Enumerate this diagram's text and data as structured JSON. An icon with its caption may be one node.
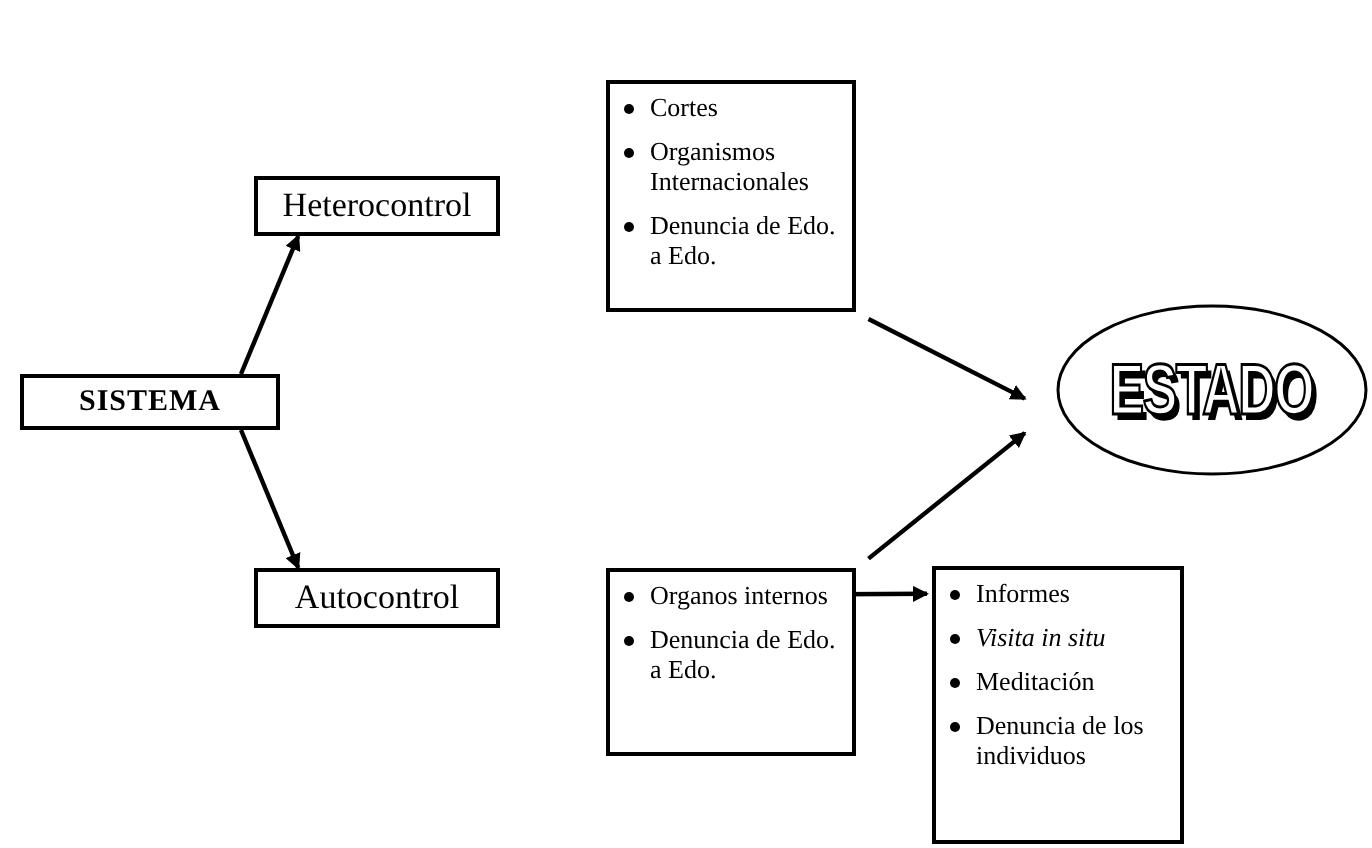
{
  "diagram": {
    "nodes": [
      {
        "text": [
          "SISTEMA"
        ]
      },
      {
        "text": [
          "Heterocontrol"
        ]
      },
      {
        "text": [
          "Cortes",
          "Organismos Internacionales",
          "Denuncia de Edo. a Edo."
        ]
      },
      {
        "text": [
          "ESTADO"
        ]
      },
      {
        "text": [
          "Autocontrol"
        ]
      },
      {
        "text": [
          "Organos internos",
          "Denuncia de Edo. a Edo."
        ]
      },
      {
        "text": [
          "Informes",
          "*Visita in situ*",
          "Meditación",
          "Denuncia de los individuos"
        ]
      }
    ],
    "edges": [
      {
        "from": 0,
        "to": 1,
        "arrow": "to"
      },
      {
        "from": 0,
        "to": 4,
        "arrow": "to"
      },
      {
        "from": 2,
        "to": 3,
        "arrow": "to"
      },
      {
        "from": 5,
        "to": 3,
        "arrow": "to"
      },
      {
        "from": 5,
        "to": 6,
        "arrow": "to"
      }
    ]
  }
}
